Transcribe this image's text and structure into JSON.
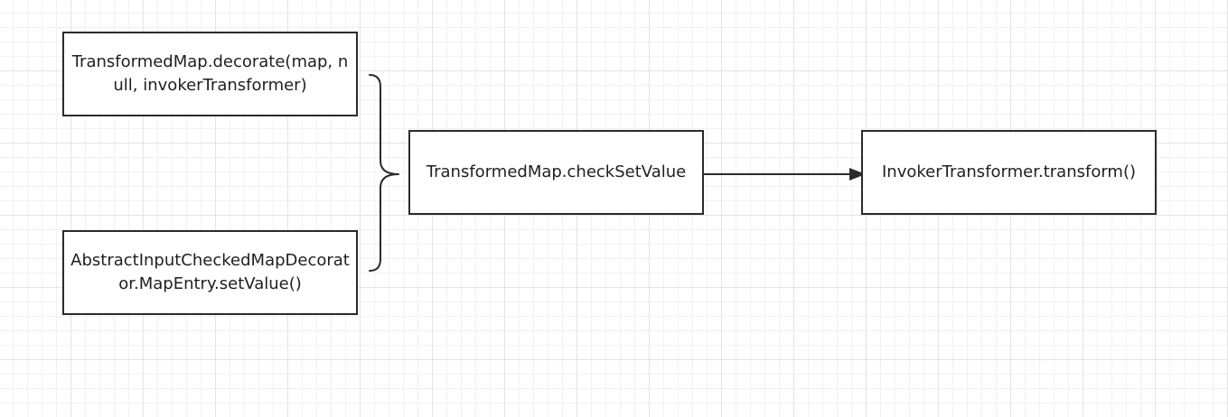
{
  "diagram": {
    "nodes": [
      {
        "id": "decorate",
        "label": "TransformedMap.decorate(map, null, invokerTransformer)"
      },
      {
        "id": "setvalue",
        "label": "AbstractInputCheckedMapDecorator.MapEntry.setValue()"
      },
      {
        "id": "checkset",
        "label": "TransformedMap.checkSetValue"
      },
      {
        "id": "transform",
        "label": "InvokerTransformer.transform()"
      }
    ],
    "edges": [
      {
        "from": "decorate",
        "to": "checkset",
        "kind": "brace"
      },
      {
        "from": "setvalue",
        "to": "checkset",
        "kind": "brace"
      },
      {
        "from": "checkset",
        "to": "transform",
        "kind": "arrow"
      }
    ]
  },
  "colors": {
    "stroke": "#2b2b2b",
    "text": "#1f1f1f",
    "grid_major": "#e3e3e3",
    "grid_minor": "#f1f1f1",
    "background": "#ffffff"
  }
}
